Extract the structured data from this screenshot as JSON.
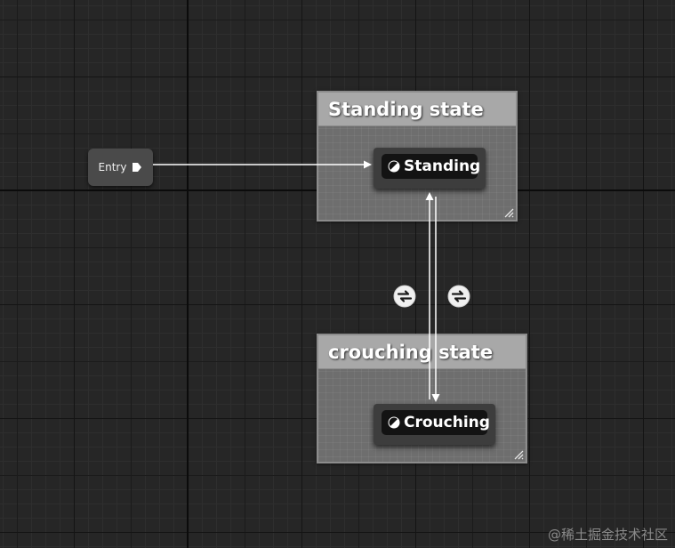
{
  "graph": {
    "entry": {
      "label": "Entry",
      "pin_icon": "exec-pin-icon"
    },
    "state_boxes": [
      {
        "title": "Standing state"
      },
      {
        "title": "crouching state"
      }
    ],
    "states": [
      {
        "label": "Standing",
        "icon": "state-half-circle-icon"
      },
      {
        "label": "Crouching",
        "icon": "state-half-circle-icon"
      }
    ],
    "transitions": [
      {
        "icon": "transition-rule-icon"
      },
      {
        "icon": "transition-rule-icon"
      }
    ]
  },
  "watermark": {
    "text": "@稀土掘金技术社区"
  },
  "colors": {
    "background": "#262626",
    "state_box": "#6e6e6e",
    "state_title_bar": "#a8a8a8",
    "state_node": "#131313",
    "wire": "#ffffff"
  }
}
